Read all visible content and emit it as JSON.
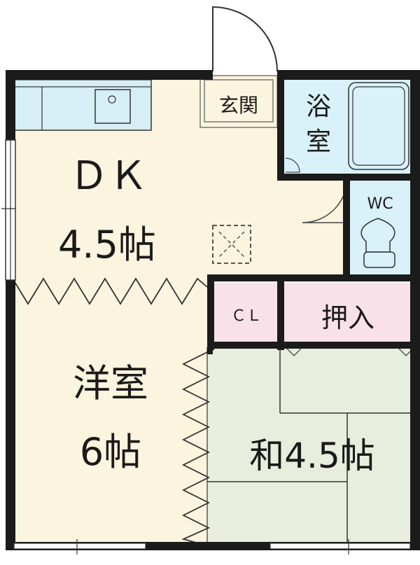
{
  "rooms": {
    "entrance": "玄関",
    "bath": [
      "浴",
      "室"
    ],
    "wc": "WC",
    "dk_name": "ＤＫ",
    "dk_size": "4.5帖",
    "closet": "ＣＬ",
    "oshiire": "押入",
    "western_name": "洋室",
    "western_size": "6帖",
    "japanese": "和4.5帖"
  },
  "colors": {
    "floor_cream": "#fbf4de",
    "tatami_green": "#e8eedd",
    "wet_blue": "#d9f1f8",
    "storage_pink": "#f9e1ea",
    "wall": "#1b1b1b"
  }
}
